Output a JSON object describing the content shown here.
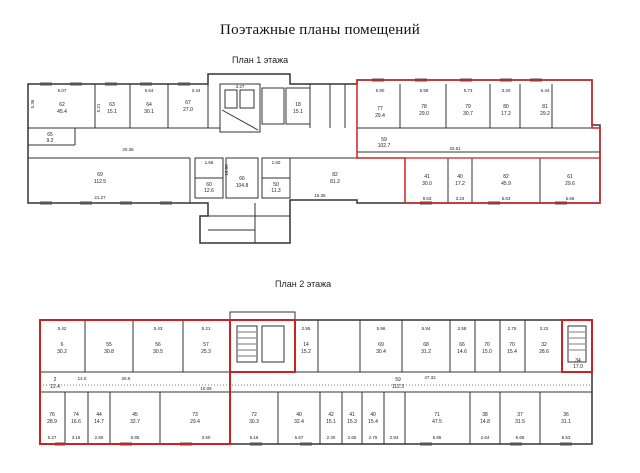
{
  "title": "Поэтажные планы помещений",
  "floor1": {
    "label": "План 1 этажа",
    "rooms": [
      {
        "no": "62",
        "area": "45.4"
      },
      {
        "no": "63",
        "area": "15.1"
      },
      {
        "no": "64",
        "area": "30.1"
      },
      {
        "no": "67",
        "area": "27.0"
      },
      {
        "no": "18",
        "area": "15.1"
      },
      {
        "no": "77",
        "area": "29.4"
      },
      {
        "no": "78",
        "area": "29.0"
      },
      {
        "no": "79",
        "area": "30.7"
      },
      {
        "no": "80",
        "area": "17.2"
      },
      {
        "no": "81",
        "area": "29.2"
      },
      {
        "no": "65",
        "area": "9.2"
      },
      {
        "no": "69",
        "area": "112.5"
      },
      {
        "no": "60",
        "area": "12.6"
      },
      {
        "no": "66",
        "area": "104.8"
      },
      {
        "no": "50",
        "area": "11.3"
      },
      {
        "no": "82",
        "area": "81.2"
      },
      {
        "no": "41",
        "area": "30.0"
      },
      {
        "no": "40",
        "area": "17.2"
      },
      {
        "no": "82",
        "area": "45.9"
      },
      {
        "no": "61",
        "area": "29.6"
      },
      {
        "no": "59",
        "area": "102.7"
      }
    ],
    "dims": [
      "5.36",
      "6.07",
      "5.21",
      "5.64",
      "3.44",
      "3.27",
      "5.80",
      "5.58",
      "5.73",
      "3.20",
      "6.44",
      "20.36",
      "21.27",
      "18.06",
      "15.36",
      "42.61",
      "9.63",
      "3.24",
      "6.63",
      "5.66",
      "1.66",
      "1.60"
    ]
  },
  "floor2": {
    "label": "План 2 этажа",
    "rooms": [
      {
        "no": "6",
        "area": "30.2"
      },
      {
        "no": "55",
        "area": "30.8"
      },
      {
        "no": "56",
        "area": "30.5"
      },
      {
        "no": "57",
        "area": "25.3"
      },
      {
        "no": "14",
        "area": "15.2"
      },
      {
        "no": "69",
        "area": "30.4"
      },
      {
        "no": "68",
        "area": "31.2"
      },
      {
        "no": "66",
        "area": "14.6"
      },
      {
        "no": "70",
        "area": "15.0"
      },
      {
        "no": "70",
        "area": "15.4"
      },
      {
        "no": "32",
        "area": "28.6"
      },
      {
        "no": "34",
        "area": "17.0"
      },
      {
        "no": "2",
        "area": "12.4"
      },
      {
        "no": "76",
        "area": "28.9"
      },
      {
        "no": "74",
        "area": "16.6"
      },
      {
        "no": "44",
        "area": "14.7"
      },
      {
        "no": "45",
        "area": "32.7"
      },
      {
        "no": "73",
        "area": "29.4"
      },
      {
        "no": "72",
        "area": "30.3"
      },
      {
        "no": "40",
        "area": "32.4"
      },
      {
        "no": "42",
        "area": "15.1"
      },
      {
        "no": "41",
        "area": "15.3"
      },
      {
        "no": "40",
        "area": "15.4"
      },
      {
        "no": "71",
        "area": "47.5"
      },
      {
        "no": "38",
        "area": "14.8"
      },
      {
        "no": "37",
        "area": "31.5"
      },
      {
        "no": "36",
        "area": "31.1"
      },
      {
        "no": "59",
        "area": "112.3"
      }
    ],
    "dims": [
      "5.42",
      "5.43",
      "5.21",
      "2.55",
      "5.96",
      "5.84",
      "2.58",
      "2.75",
      "3.22",
      "5.27",
      "3.16",
      "2.80",
      "5.85",
      "3.50",
      "5.16",
      "5.67",
      "2.30",
      "2.65",
      "2.75",
      "2.94",
      "6.86",
      "2.64",
      "5.68",
      "5.53",
      "47.32",
      "10.06",
      "26.5",
      "14.0"
    ]
  }
}
